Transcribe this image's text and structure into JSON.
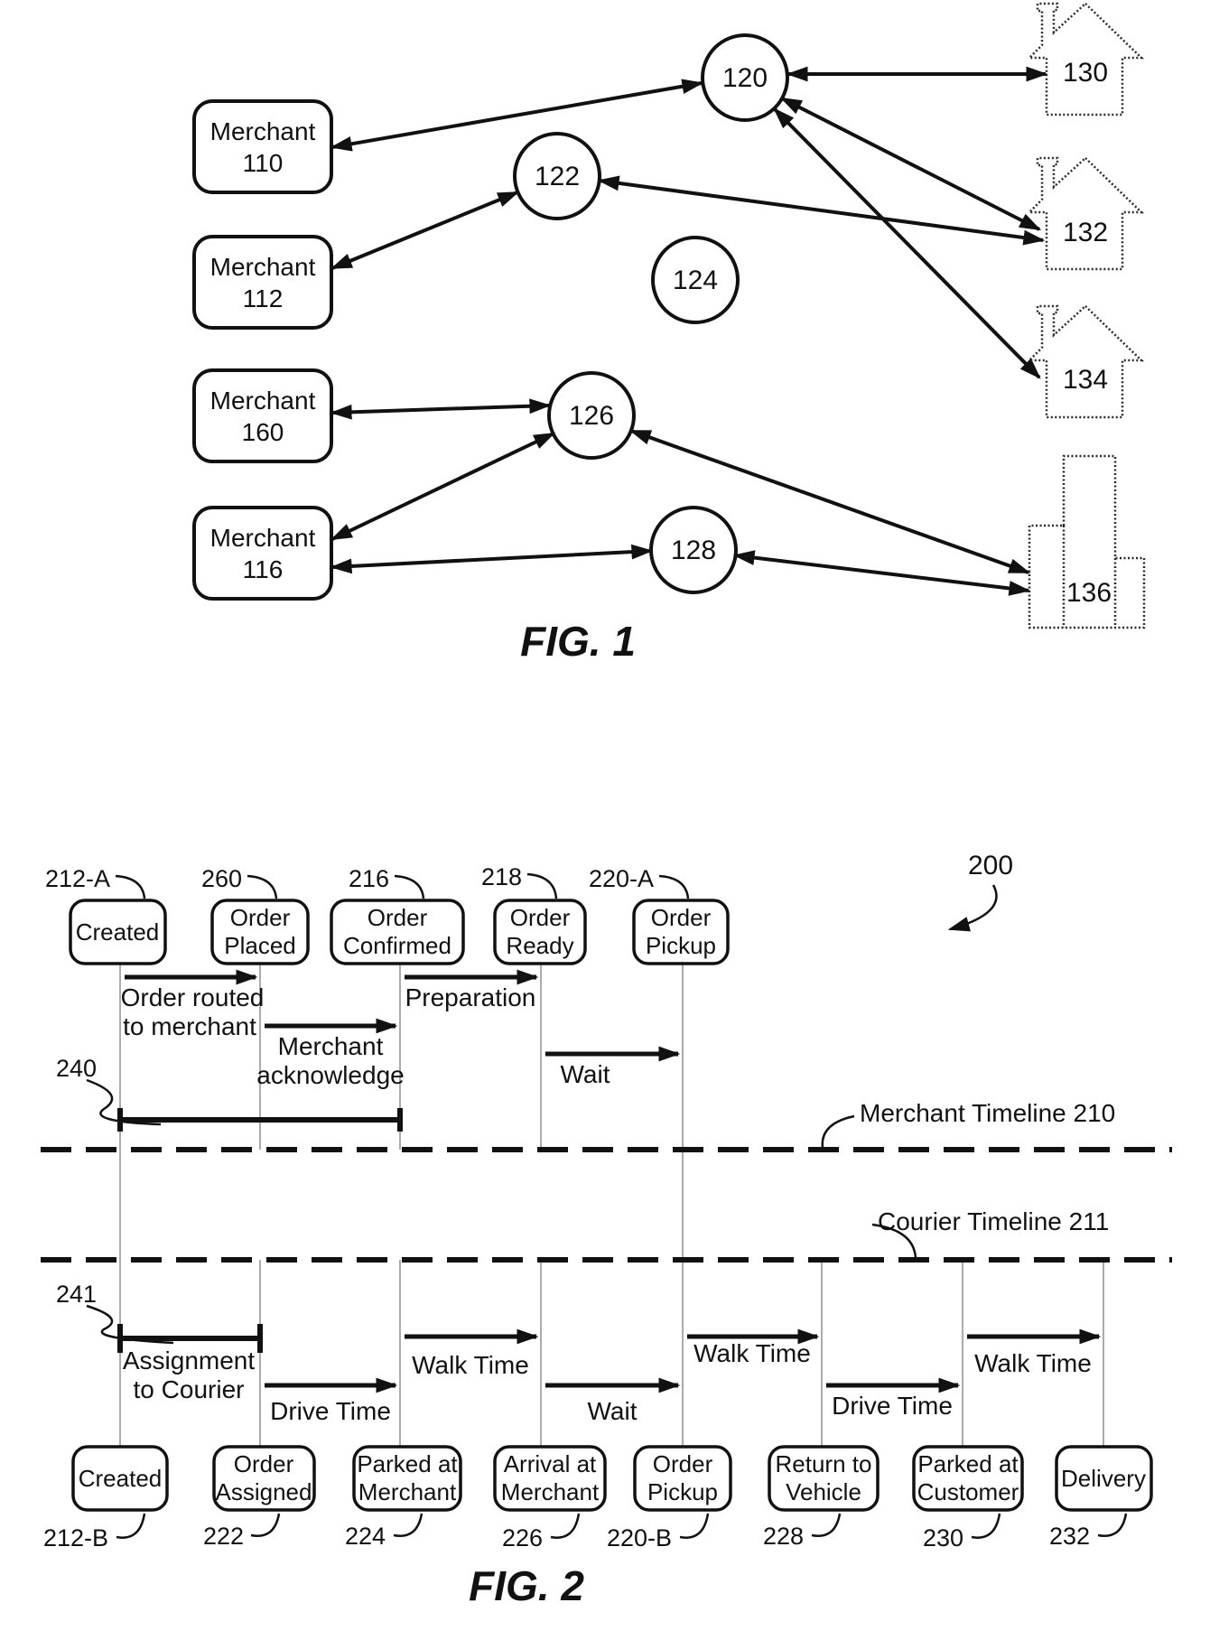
{
  "fig1": {
    "caption": "FIG. 1",
    "merchants": [
      {
        "line1": "Merchant",
        "line2": "110"
      },
      {
        "line1": "Merchant",
        "line2": "112"
      },
      {
        "line1": "Merchant",
        "line2": "160"
      },
      {
        "line1": "Merchant",
        "line2": "116"
      }
    ],
    "nodes": [
      {
        "label": "120"
      },
      {
        "label": "122"
      },
      {
        "label": "124"
      },
      {
        "label": "126"
      },
      {
        "label": "128"
      }
    ],
    "houses": [
      {
        "label": "130"
      },
      {
        "label": "132"
      },
      {
        "label": "134"
      }
    ],
    "building": {
      "label": "136"
    }
  },
  "fig2": {
    "caption": "FIG. 2",
    "diagram_ref": "200",
    "merchant_timeline_label": "Merchant Timeline 210",
    "courier_timeline_label": "Courier Timeline 211",
    "bracket_240": "240",
    "bracket_241": "241",
    "top_states": [
      {
        "ref": "212-A",
        "line1": "Created",
        "line2": ""
      },
      {
        "ref": "260",
        "line1": "Order",
        "line2": "Placed"
      },
      {
        "ref": "216",
        "line1": "Order",
        "line2": "Confirmed"
      },
      {
        "ref": "218",
        "line1": "Order",
        "line2": "Ready"
      },
      {
        "ref": "220-A",
        "line1": "Order",
        "line2": "Pickup"
      }
    ],
    "bottom_states": [
      {
        "ref": "212-B",
        "line1": "Created",
        "line2": ""
      },
      {
        "ref": "222",
        "line1": "Order",
        "line2": "Assigned"
      },
      {
        "ref": "224",
        "line1": "Parked at",
        "line2": "Merchant"
      },
      {
        "ref": "226",
        "line1": "Arrival at",
        "line2": "Merchant"
      },
      {
        "ref": "220-B",
        "line1": "Order",
        "line2": "Pickup"
      },
      {
        "ref": "228",
        "line1": "Return to",
        "line2": "Vehicle"
      },
      {
        "ref": "230",
        "line1": "Parked at",
        "line2": "Customer"
      },
      {
        "ref": "232",
        "line1": "Delivery",
        "line2": ""
      }
    ],
    "merchant_spans": [
      {
        "line1": "Order routed",
        "line2": "to merchant"
      },
      {
        "line1": "Merchant",
        "line2": "acknowledge"
      },
      {
        "line1": "Preparation",
        "line2": ""
      },
      {
        "line1": "Wait",
        "line2": ""
      }
    ],
    "courier_spans": [
      {
        "line1": "Assignment",
        "line2": "to Courier"
      },
      {
        "line1": "Drive Time",
        "line2": ""
      },
      {
        "line1": "Walk Time",
        "line2": ""
      },
      {
        "line1": "Wait",
        "line2": ""
      },
      {
        "line1": "Walk Time",
        "line2": ""
      },
      {
        "line1": "Drive Time",
        "line2": ""
      },
      {
        "line1": "Walk Time",
        "line2": ""
      }
    ]
  }
}
